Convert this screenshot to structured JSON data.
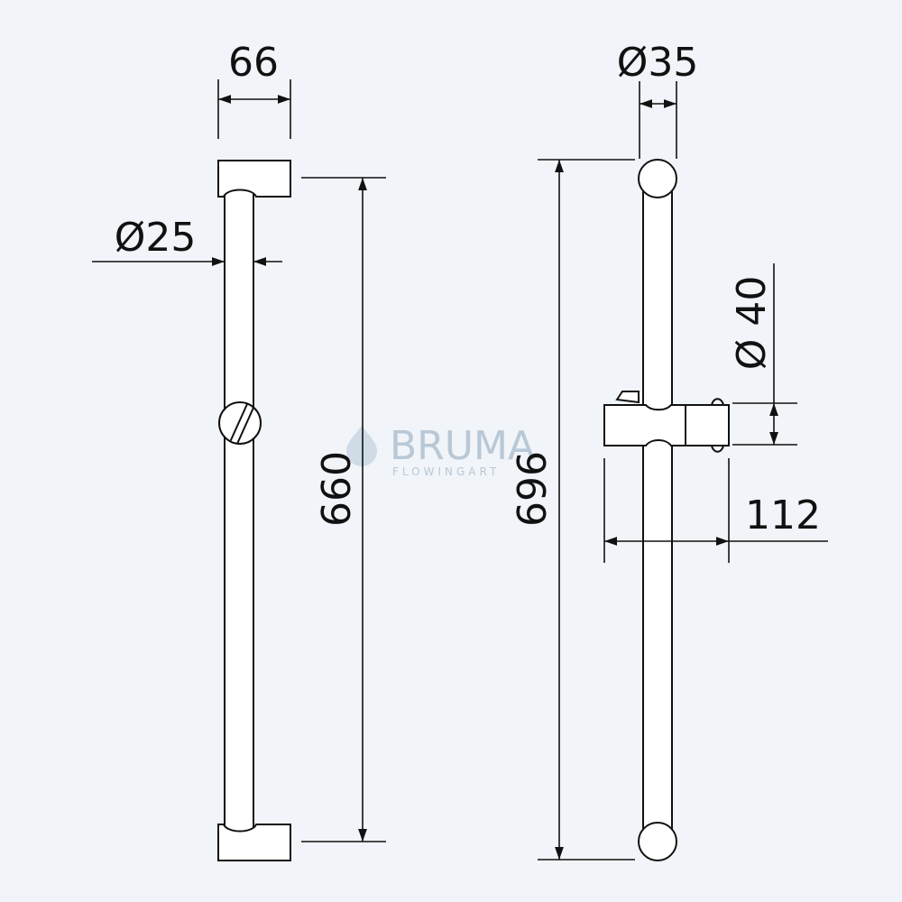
{
  "dimensions": {
    "bracket_width": "66",
    "bar_diameter": "Ø25",
    "bar_length": "660",
    "top_diameter": "Ø35",
    "total_height": "696",
    "holder_diameter": "Ø 40",
    "holder_depth": "112"
  },
  "watermark": {
    "brand": "BRUMA",
    "tagline": "FLOWINGART"
  },
  "colors": {
    "background": "#f1f4f8",
    "line": "#111111",
    "watermark": "#b9c8d6"
  }
}
